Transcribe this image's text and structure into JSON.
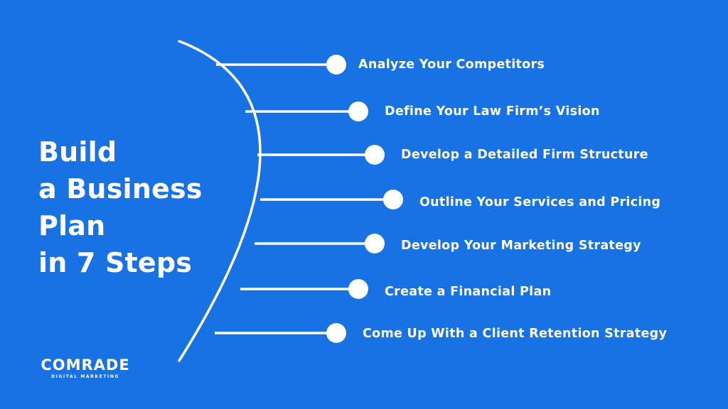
{
  "colors": {
    "background": "#1872e3",
    "foreground": "#ffffff"
  },
  "title_lines": [
    "Build",
    "a Business",
    "Plan",
    "in 7 Steps"
  ],
  "steps": [
    "Analyze Your Competitors",
    "Define Your Law Firm’s Vision",
    "Develop a Detailed Firm Structure",
    "Outline Your Services and Pricing",
    "Develop Your Marketing Strategy",
    "Create a Financial Plan",
    "Come Up With a Client Retention Strategy"
  ],
  "logo": {
    "name": "COMRADE",
    "tagline": "DIGITAL MARKETING"
  }
}
